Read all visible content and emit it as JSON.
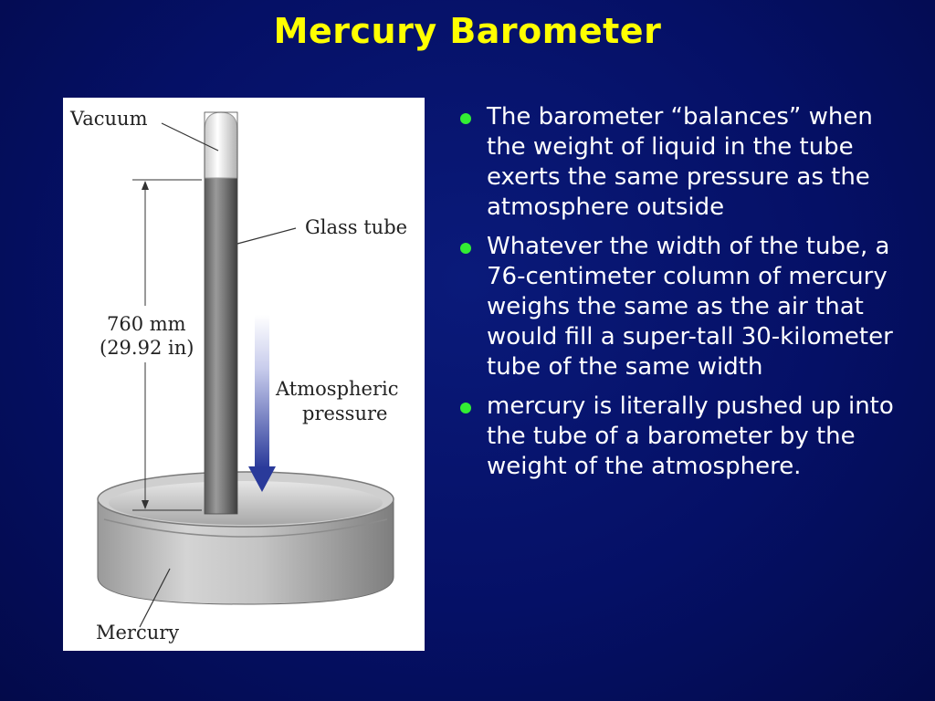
{
  "slide": {
    "title": "Mercury Barometer"
  },
  "figure": {
    "labels": {
      "vacuum": "Vacuum",
      "glass_tube": "Glass tube",
      "height_mm": "760 mm",
      "height_in": "(29.92 in)",
      "pressure_line1": "Atmospheric",
      "pressure_line2": "pressure",
      "mercury": "Mercury"
    }
  },
  "bullets": [
    {
      "text": "The barometer “balances” when the weight of liquid in the tube exerts the same pressure as the atmosphere outside"
    },
    {
      "text": "Whatever the width of the tube, a 76-centimeter column of mercury weighs the same as the air that would fill a super-tall 30-kilometer tube of the same width"
    },
    {
      "text": "mercury is literally pushed up into the tube of a barometer by the weight of the atmosphere."
    }
  ],
  "colors": {
    "title": "#ffff00",
    "bullet": "#33ee33",
    "text": "#ffffff",
    "arrow": "#2a3a9a"
  }
}
